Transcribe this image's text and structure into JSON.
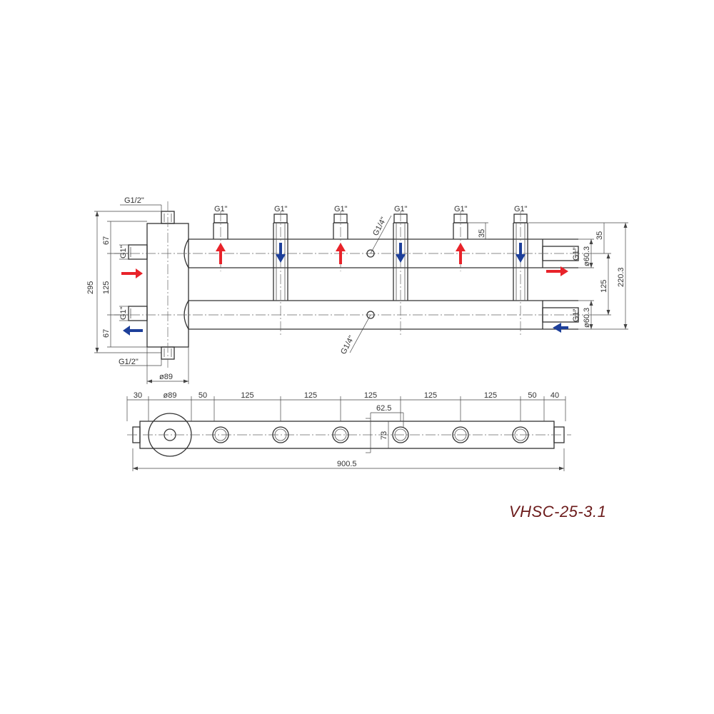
{
  "model_code": "VHSC-25-3.1",
  "colors": {
    "supply_arrow": "#e8232a",
    "return_arrow": "#1d3f9a",
    "model_text": "#6b1a1a",
    "line": "#333333"
  },
  "front_view": {
    "top_plug_thread": "G1/2\"",
    "bottom_plug_thread": "G1/2\"",
    "port_thread": "G1\"",
    "sensor_thread_top": "G1/4\"",
    "sensor_thread_bottom": "G1/4\"",
    "side_port_left_top": "G1\"",
    "side_port_left_bottom": "G1\"",
    "side_port_right_top": "G1\"",
    "side_port_right_bottom": "G1\"",
    "dim_total_height": "295",
    "dim_left_upper": "67",
    "dim_left_middle": "125",
    "dim_left_lower": "67",
    "dim_separator_diameter": "ø89",
    "dim_pipe_diameter_top": "ø60.3",
    "dim_pipe_diameter_bottom": "ø60.3",
    "dim_port_height": "35",
    "dim_right_upper": "35",
    "dim_right_middle": "125",
    "dim_right_total": "220.3",
    "outlet_flows": [
      "supply",
      "return",
      "supply",
      "return",
      "supply",
      "return"
    ]
  },
  "top_view": {
    "segments": [
      "30",
      "ø89",
      "50",
      "125",
      "125",
      "125",
      "125",
      "125",
      "50",
      "40"
    ],
    "dim_bracket_width": "62.5",
    "dim_bracket_height": "73",
    "dim_total_length": "900.5"
  }
}
